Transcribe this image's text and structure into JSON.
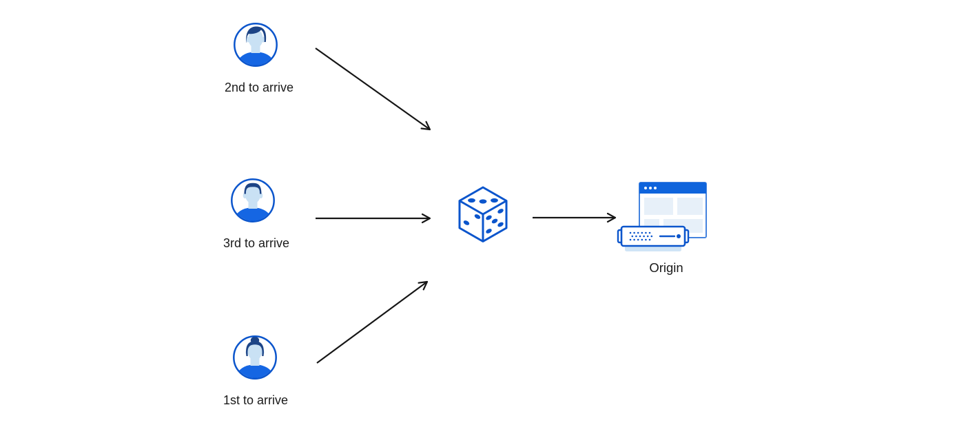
{
  "palette": {
    "background": "#ffffff",
    "primary_blue": "#0b55cc",
    "shirt_blue": "#1566e3",
    "hair_navy": "#1d4486",
    "skin_light_blue": "#c9e1f4",
    "titlebar_blue": "#0f64dc",
    "window_border_blue": "#4483de",
    "panel_pale_blue": "#e7f0f9",
    "server_base_blue": "#cfe4f6",
    "arrow_black": "#161616",
    "text_black": "#1a1a1a"
  },
  "diagram": {
    "clients": [
      {
        "label": "2nd to arrive",
        "icon": "man-swoop-hair-avatar-icon"
      },
      {
        "label": "3rd to arrive",
        "icon": "man-short-hair-avatar-icon"
      },
      {
        "label": "1st to arrive",
        "icon": "woman-bun-hair-avatar-icon"
      }
    ],
    "router": {
      "icon": "dice-icon"
    },
    "origin": {
      "label": "Origin",
      "icon": "origin-server-browser-icon"
    },
    "connections": [
      {
        "from": "client-2nd-to-arrive",
        "to": "dice"
      },
      {
        "from": "client-3rd-to-arrive",
        "to": "dice"
      },
      {
        "from": "client-1st-to-arrive",
        "to": "dice"
      },
      {
        "from": "dice",
        "to": "origin"
      }
    ]
  }
}
